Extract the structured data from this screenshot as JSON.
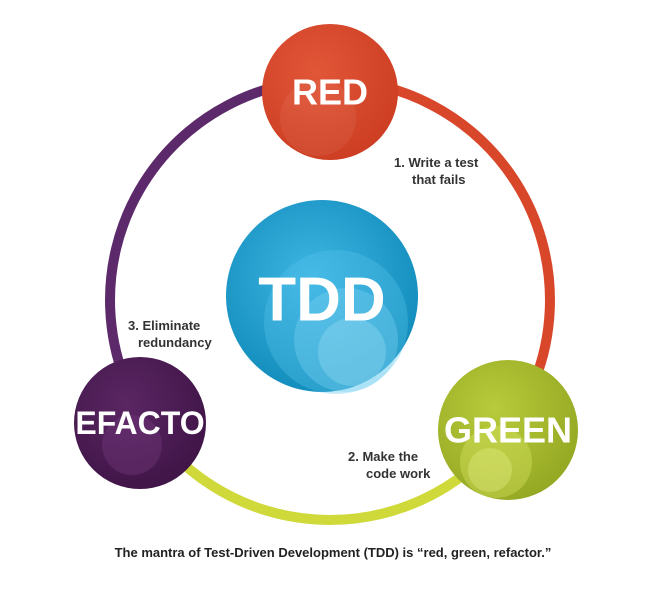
{
  "nodes": {
    "red": {
      "label": "RED",
      "color": "#d9472b"
    },
    "green": {
      "label": "GREEN",
      "color": "#a4b82d"
    },
    "refactor": {
      "label": "REFACTOR",
      "color": "#4a1a52"
    },
    "center": {
      "label": "TDD",
      "color": "#1a9bcb"
    }
  },
  "steps": [
    {
      "line1": "1. Write a test",
      "line2": "that fails"
    },
    {
      "line1": "2. Make the",
      "line2": "code work"
    },
    {
      "line1": "3. Eliminate",
      "line2": "redundancy"
    }
  ],
  "arcs": {
    "red_to_green": "#d9472b",
    "green_to_refactor": "#cfd93a",
    "refactor_to_red": "#5c2a6a"
  },
  "caption": "The mantra of Test-Driven Development (TDD) is “red, green, refactor.”"
}
